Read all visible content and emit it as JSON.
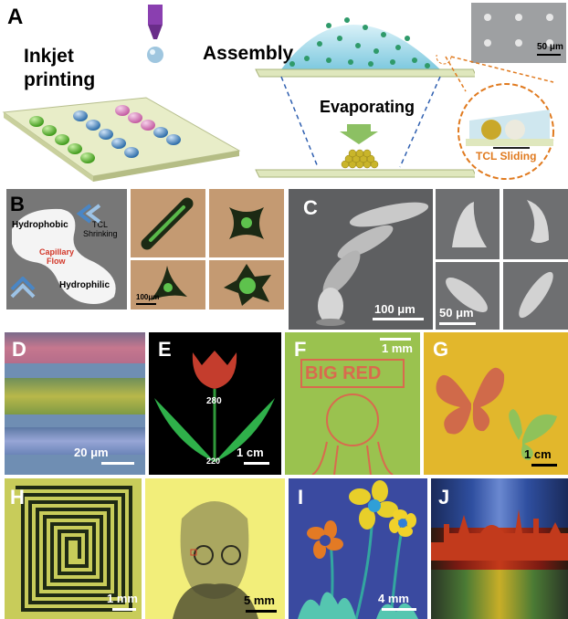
{
  "panelA": {
    "label": "A",
    "inkjet": "Inkjet",
    "printing": "printing",
    "assembly": "Assembly",
    "evaporating": "Evaporating",
    "tcl_sliding": "TCL Sliding",
    "sem_scale": "50 μm"
  },
  "panelB": {
    "label": "B",
    "hydrophobic": "Hydrophobic",
    "hydrophilic": "Hydrophilic",
    "tcl": "TCL",
    "shrinking": "Shrinking",
    "capillary": "Capillary",
    "flow": "Flow",
    "scale": "100μm"
  },
  "panelC": {
    "label": "C",
    "scale_main": "100 μm",
    "scale_small": "50 μm"
  },
  "panelD": {
    "label": "D",
    "scale": "20 μm"
  },
  "panelE": {
    "label": "E",
    "scale": "1 cm",
    "num_top": "280",
    "num_bottom": "220"
  },
  "panelF": {
    "label": "F",
    "scale": "1 mm",
    "big_red": "BIG RED"
  },
  "panelG": {
    "label": "G",
    "scale": "1 cm"
  },
  "panelH": {
    "label": "H",
    "scale_left": "1 mm",
    "scale_right": "5 mm"
  },
  "panelI": {
    "label": "I",
    "scale": "4 mm"
  },
  "panelJ": {
    "label": "J"
  }
}
